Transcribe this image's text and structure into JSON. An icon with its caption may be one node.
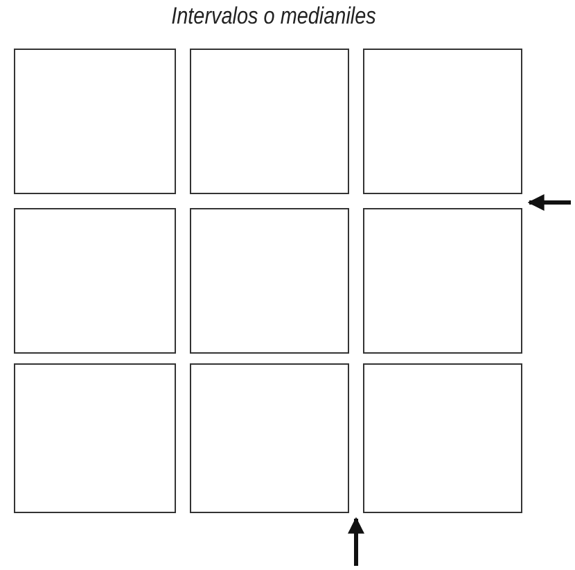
{
  "diagram": {
    "title": "Intervalos o medianiles",
    "nodes": [
      {
        "text": [],
        "shape": "box"
      },
      {
        "text": [],
        "shape": "box"
      },
      {
        "text": [],
        "shape": "box"
      },
      {
        "text": [],
        "shape": "box"
      },
      {
        "text": [],
        "shape": "box"
      },
      {
        "text": [],
        "shape": "box"
      },
      {
        "text": [],
        "shape": "box"
      },
      {
        "text": [],
        "shape": "box"
      },
      {
        "text": [],
        "shape": "box"
      }
    ],
    "edges": []
  }
}
